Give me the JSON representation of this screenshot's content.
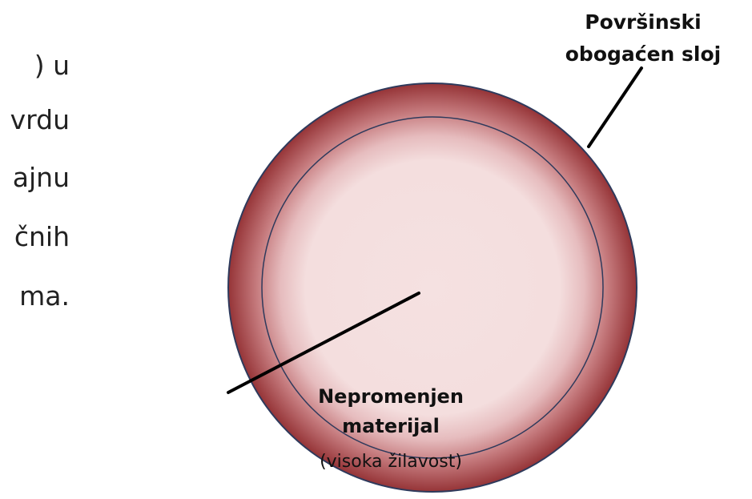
{
  "text_fragments": [
    ")    u",
    "vrdu",
    "ajnu",
    "čnih",
    "ma."
  ],
  "diagram": {
    "surface_layer_label": [
      "Površinski",
      "obogaćen  sloj"
    ],
    "core_label": [
      "Nepromenjen",
      "materijal"
    ],
    "core_note": "(visoka žilavost)",
    "colors": {
      "outer_layer": "#9c3a3c",
      "core": "#f5e1e1",
      "boundary_line": "#2e3a5c",
      "leader_line": "#000000"
    }
  }
}
